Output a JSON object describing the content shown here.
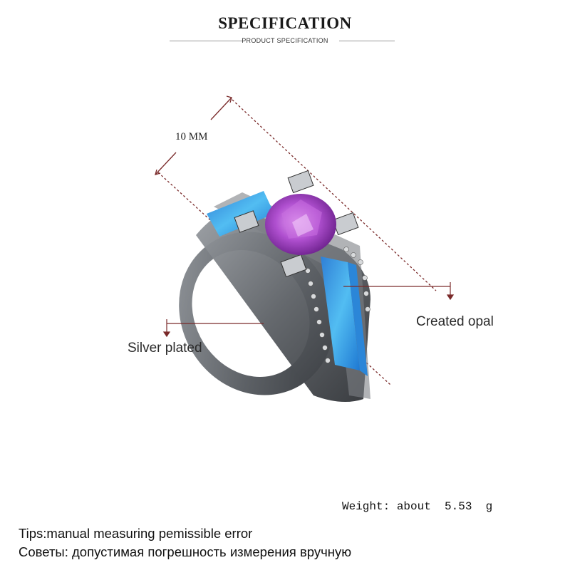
{
  "header": {
    "title": "SPECIFICATION",
    "subtitle": "PRODUCT SPECIFICATION"
  },
  "annotations": {
    "size": "10 MM",
    "opal": "Created opal",
    "silver": "Silver plated"
  },
  "weight": {
    "label": "Weight:",
    "value": "about  5.53  g"
  },
  "tips": {
    "en": "Tips:manual measuring pemissible error",
    "ru": "Советы: допустимая погрешность измерения вручную"
  },
  "colors": {
    "leader": "#7a2a2a",
    "opal": "#3aa0e6",
    "amethyst": "#a040c0",
    "metal": "#6b6e72"
  }
}
